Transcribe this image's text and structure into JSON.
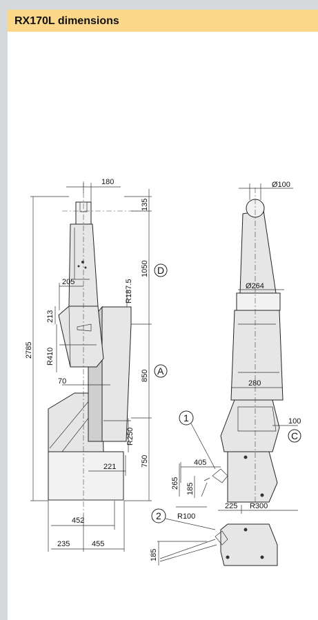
{
  "header": {
    "title": "RX170L dimensions",
    "bar_color": "#fbd78a",
    "background": "#d5d9dc"
  },
  "side_view": {
    "dims": {
      "d180": "180",
      "d135": "135",
      "d1050": "1050",
      "d187": "R187.5",
      "d205": "205",
      "d213": "213",
      "d2785": "2785",
      "d410": "R410",
      "d850": "850",
      "d70": "70",
      "d250": "R250",
      "d221": "221",
      "d750": "750",
      "d452": "452",
      "d235": "235",
      "d455": "455"
    },
    "callouts": {
      "d": "D",
      "a": "A"
    }
  },
  "front_view": {
    "dims": {
      "d100top": "Ø100",
      "d264": "Ø264",
      "d280": "280",
      "d100": "100",
      "d405": "405",
      "d265": "265",
      "d185a": "185",
      "r100": "R100",
      "d225": "225",
      "r300": "R300",
      "d185b": "185"
    },
    "callouts": {
      "c": "C",
      "one": "1",
      "two": "2"
    }
  }
}
